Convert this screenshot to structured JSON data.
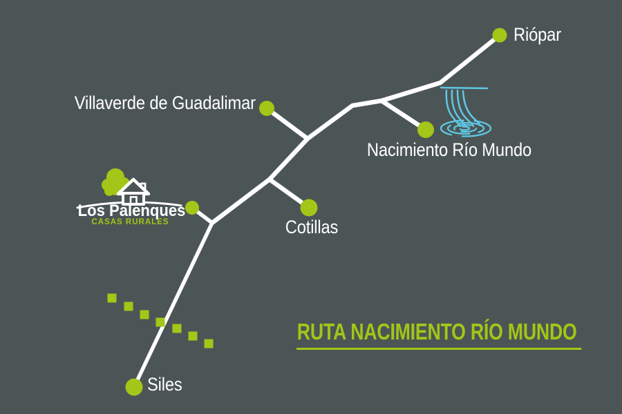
{
  "title": "RUTA NACIMIENTO RÍO MUNDO",
  "colors": {
    "background": "#4c5555",
    "green": "#a3c618",
    "white": "#ffffff",
    "blue": "#5ec9e6"
  },
  "locations": {
    "riopar": "Riópar",
    "villaverde": "Villaverde de Guadalimar",
    "nacimiento": "Nacimiento Río Mundo",
    "cotillas": "Cotillas",
    "siles": "Siles"
  },
  "logo": {
    "name": "Los Palenques",
    "subtitle": "CASAS RURALES"
  },
  "icons": {
    "waterfall": "blue line-art waterfall falling into rippled pool",
    "tree": "green organic blob tree",
    "house": "white outline rural house with chimney",
    "marker": "green circle dot",
    "trail": "green dashed square markers"
  }
}
